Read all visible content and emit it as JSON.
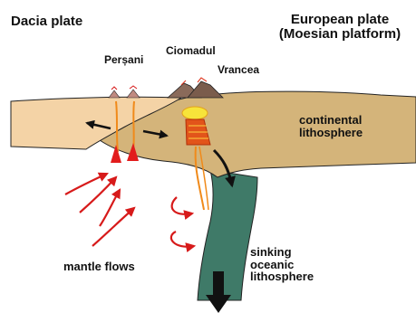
{
  "labels": {
    "dacia_plate": "Dacia plate",
    "european_plate_line1": "European plate",
    "european_plate_line2": "(Moesian platform)",
    "persani": "Perșani",
    "ciomadul": "Ciomadul",
    "vrancea": "Vrancea",
    "continental_line1": "continental",
    "continental_line2": "lithosphere",
    "sinking_line1": "sinking",
    "sinking_line2": "oceanic",
    "sinking_line3": "lithosphere",
    "mantle_flows": "mantle flows"
  },
  "colors": {
    "dacia_plate_fill": "#f4d3a6",
    "european_plate_fill": "#d4b47a",
    "sinking_slab_fill": "#3f7a68",
    "mantle_flow_arrows": "#d71a1a",
    "magma": "#f08a1a",
    "plate_motion_arrows": "#111111",
    "volcano": "#8a6a5a"
  },
  "icons": [
    "volcano-icon",
    "mantle-flow-arrow",
    "plate-motion-arrow",
    "magma-chamber",
    "sinking-arrow"
  ]
}
